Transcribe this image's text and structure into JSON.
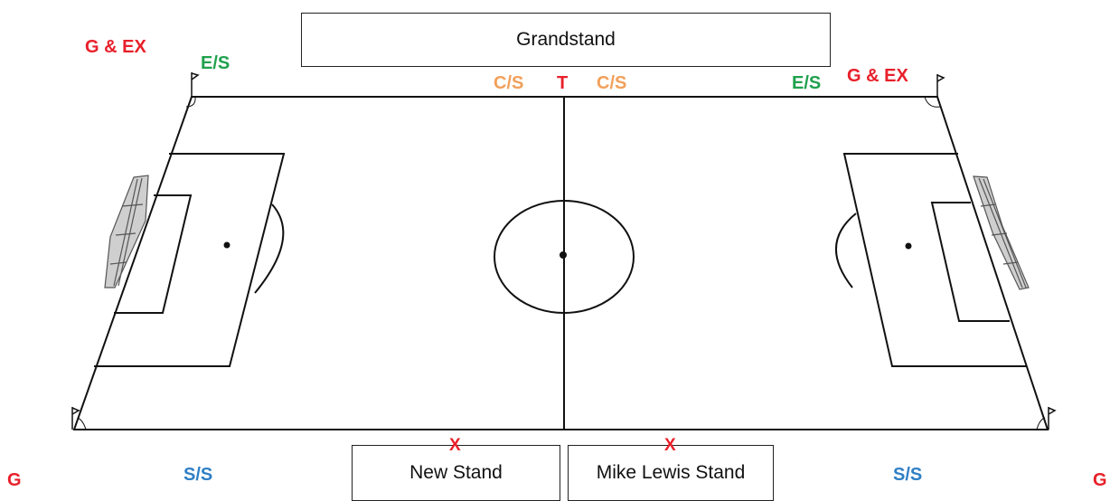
{
  "stands": {
    "grandstand": "Grandstand",
    "new_stand": "New Stand",
    "mike_lewis_stand": "Mike Lewis Stand"
  },
  "markers": {
    "g_ex": "G & EX",
    "es": "E/S",
    "cs": "C/S",
    "t": "T",
    "x": "X",
    "ss": "S/S",
    "g": "G"
  },
  "colors": {
    "red": "#e8202a",
    "green": "#1fa14d",
    "orange": "#f2a05a",
    "blue": "#2f7fc6"
  }
}
